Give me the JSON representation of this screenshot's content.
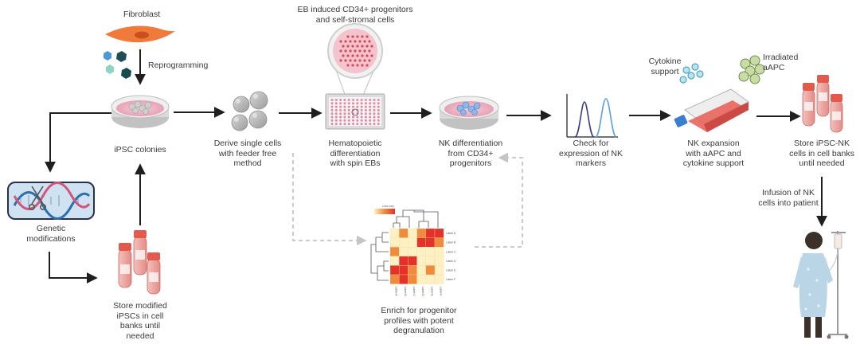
{
  "labels": {
    "fibroblast": "Fibroblast",
    "reprogramming": "Reprogramming",
    "ipsc_colonies": "iPSC colonies",
    "genetic_modifications": "Genetic\nmodifications",
    "store_modified": "Store modified\niPSCs in cell\nbanks until\nneeded",
    "derive_single": "Derive single cells\nwith feeder free\nmethod",
    "eb_induced": "EB induced CD34+ progenitors\nand self-stromal cells",
    "hematopoietic": "Hematopoietic\ndifferentiation\nwith spin EBs",
    "nk_differentiation": "NK differentiation\nfrom CD34+\nprogenitors",
    "enrich": "Enrich for progenitor\nprofiles with potent\ndegranulation",
    "check_nk": "Check for\nexpression of NK\nmarkers",
    "cytokine_support": "Cytokine\nsupport",
    "irradiated_aapc": "Irradiated\naAPC",
    "nk_expansion": "NK expansion\nwith aAPC and\ncytokine support",
    "store_ipsc_nk": "Store iPSC-NK\ncells in cell banks\nuntil needed",
    "infusion": "Infusion of NK\ncells into patient"
  },
  "heatmap": {
    "color_key": "Color key",
    "row_labels": [
      "Label A",
      "Label B",
      "Label C",
      "Label D",
      "Label E",
      "Label F"
    ],
    "col_labels": [
      "Label A",
      "Label B",
      "Label C",
      "Label D",
      "Label E",
      "Label F"
    ]
  },
  "colors": {
    "arrow": "#1f1f1f",
    "dashed": "#c4c4c4",
    "dish_pink": "#e7a4b6",
    "tube_red": "#e35a4c",
    "flask_red": "#e8645c",
    "dna_blue": "#2a6fb0",
    "dna_pink": "#d25579",
    "heatmap_red": "#e4322a",
    "heatmap_orange": "#f08a3c",
    "heatmap_pale": "#fdf0c2"
  }
}
